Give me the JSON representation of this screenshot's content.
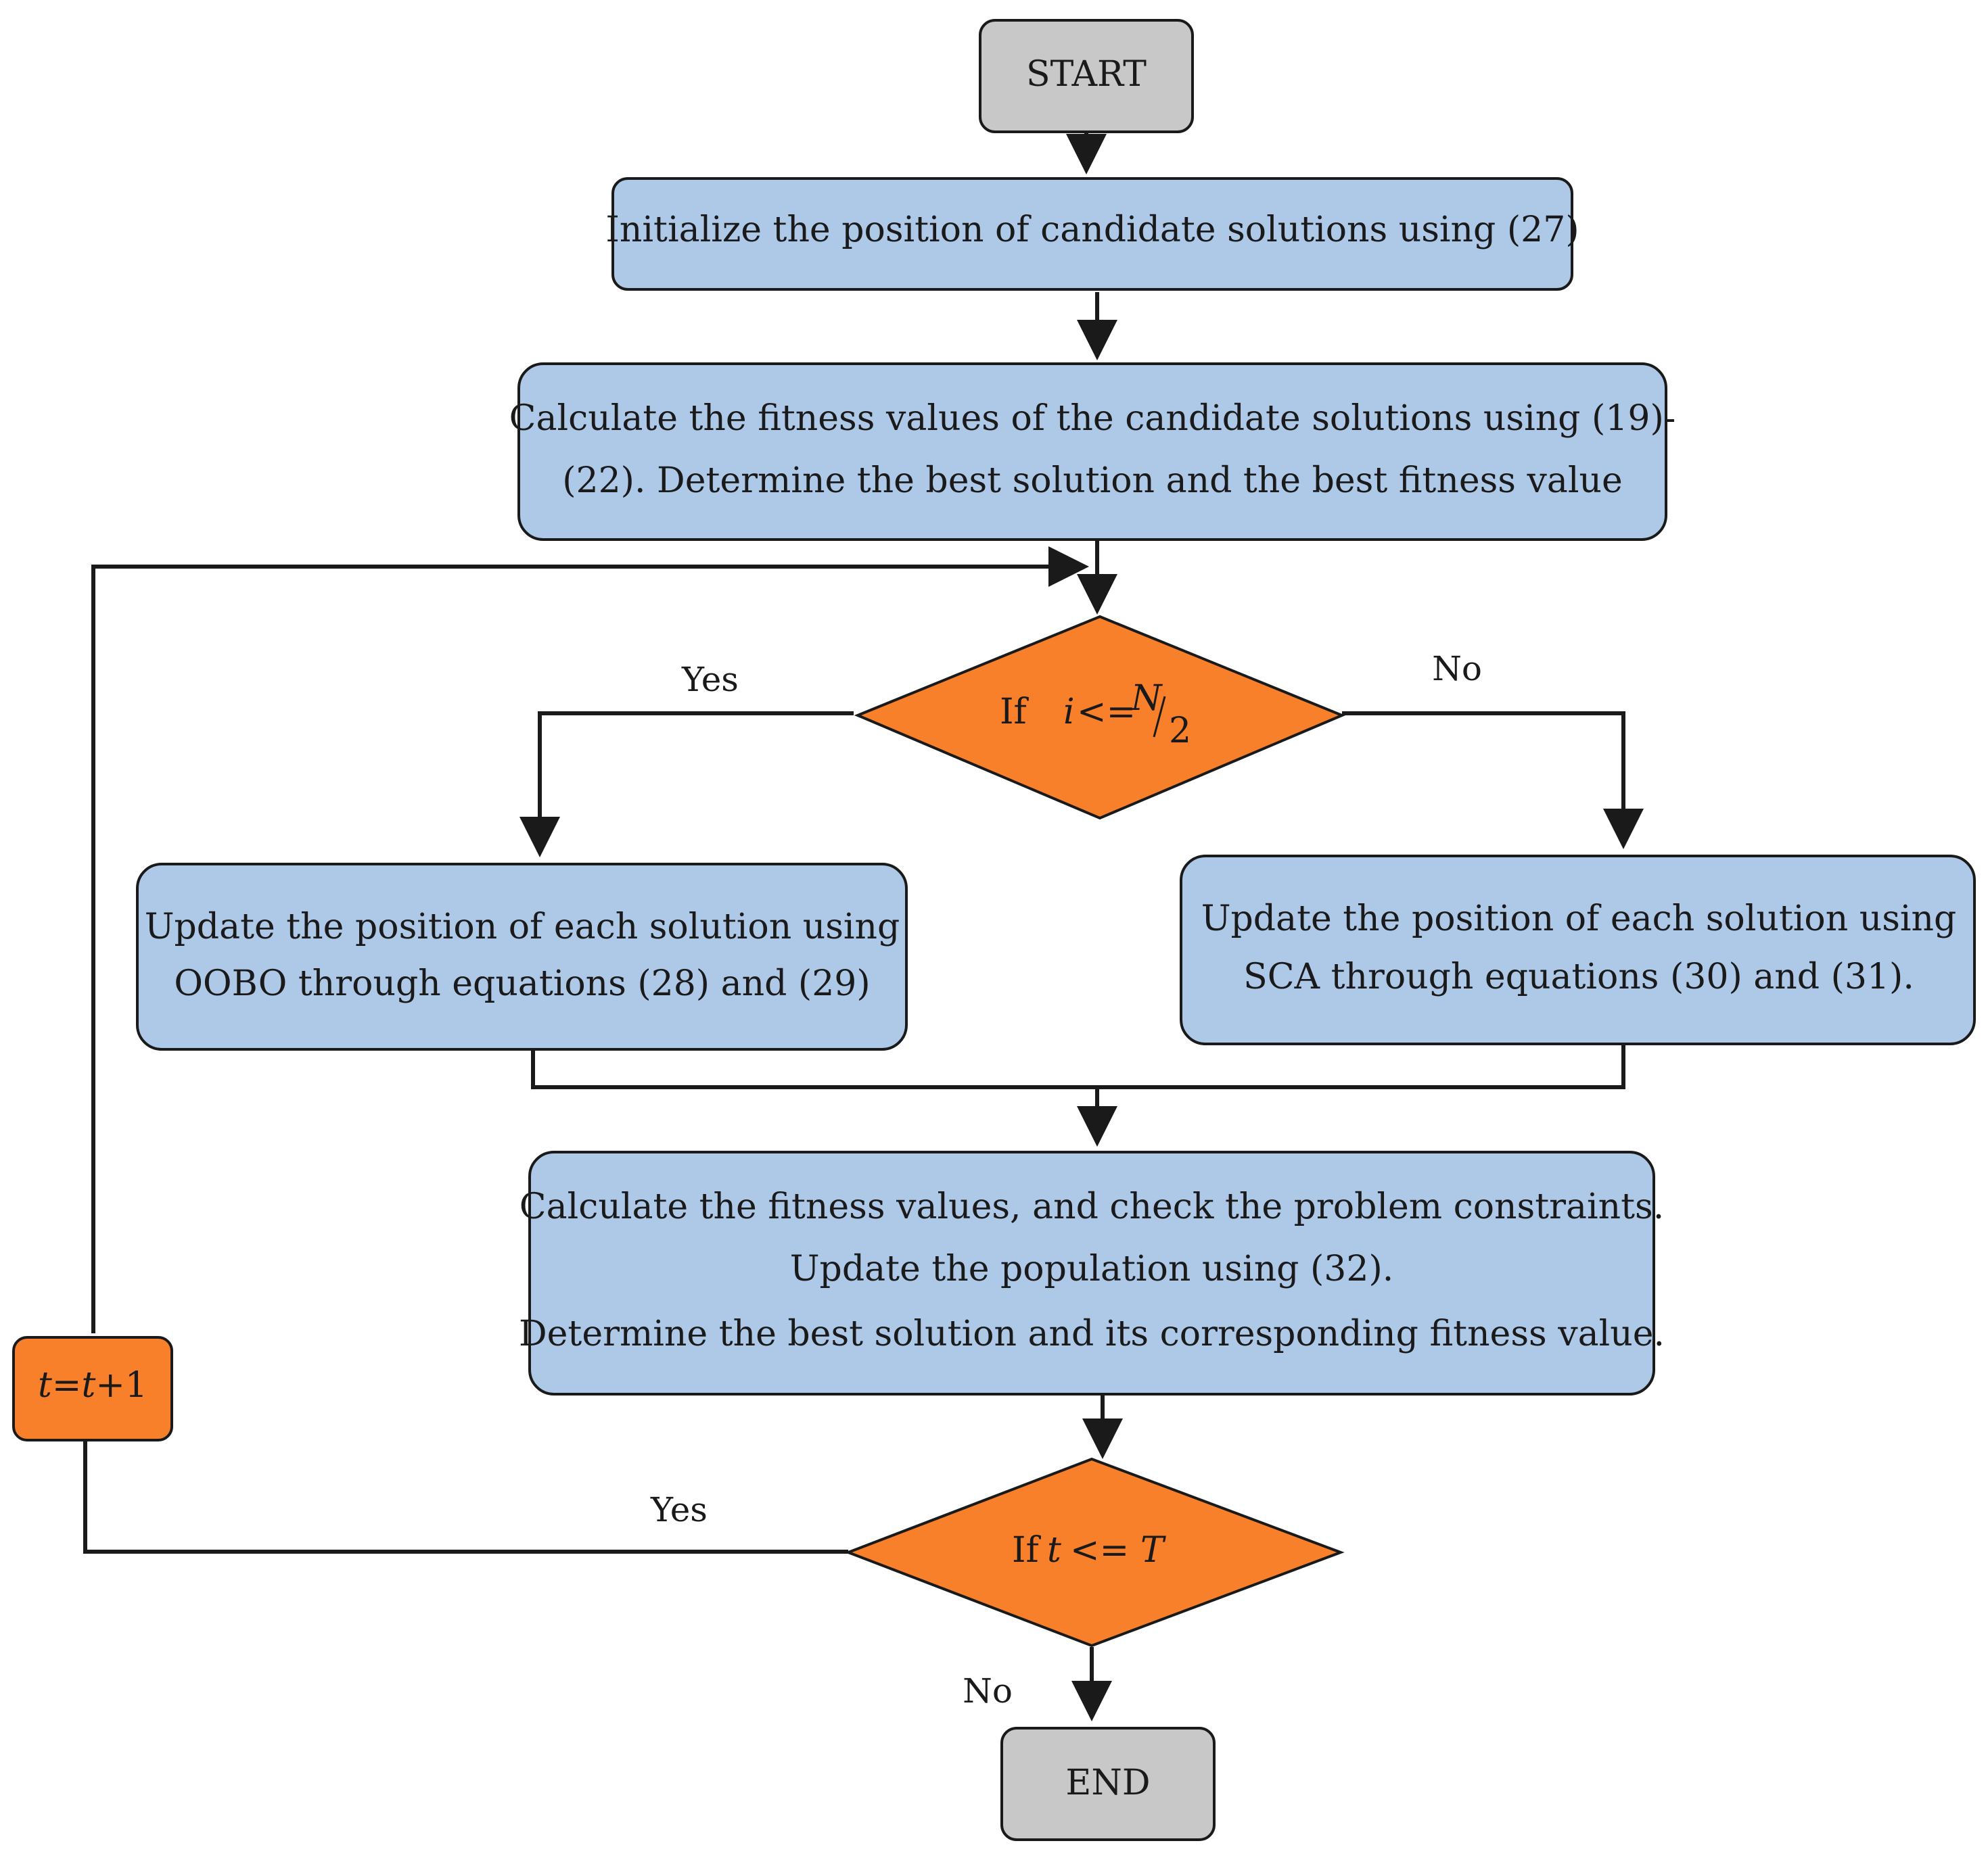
{
  "colors": {
    "terminal_fill": "#c8c8c8",
    "process_fill": "#aec8e8",
    "decision_fill": "#f8802a",
    "stroke": "#1a1a1a"
  },
  "nodes": {
    "start": "START",
    "init": "Initialize the position of candidate solutions using (27)",
    "calc_initial": [
      "Calculate the fitness values of the candidate solutions using (19)-",
      "(22). Determine the best solution and the best fitness value"
    ],
    "decision_i": {
      "if": "If",
      "var": "i",
      "op": "<=",
      "num": "N",
      "den": "2"
    },
    "update_oobo": [
      "Update the position of each solution using",
      "OOBO through equations (28) and (29)"
    ],
    "update_sca": [
      "Update the position of each solution using",
      "SCA through equations (30) and (31)."
    ],
    "calc_update": [
      "Calculate the fitness values, and check the problem constraints.",
      "Update the population using (32).",
      "Determine the best solution and its corresponding fitness value."
    ],
    "increment": {
      "t1": "t",
      "eq": "=",
      "t2": "t",
      "plus": "+1"
    },
    "decision_t": {
      "if": "If",
      "var": "t",
      "op": "<=",
      "limit": "T"
    },
    "end": "END"
  },
  "edge_labels": {
    "decision_i_yes": "Yes",
    "decision_i_no": "No",
    "decision_t_yes": "Yes",
    "decision_t_no": "No"
  }
}
